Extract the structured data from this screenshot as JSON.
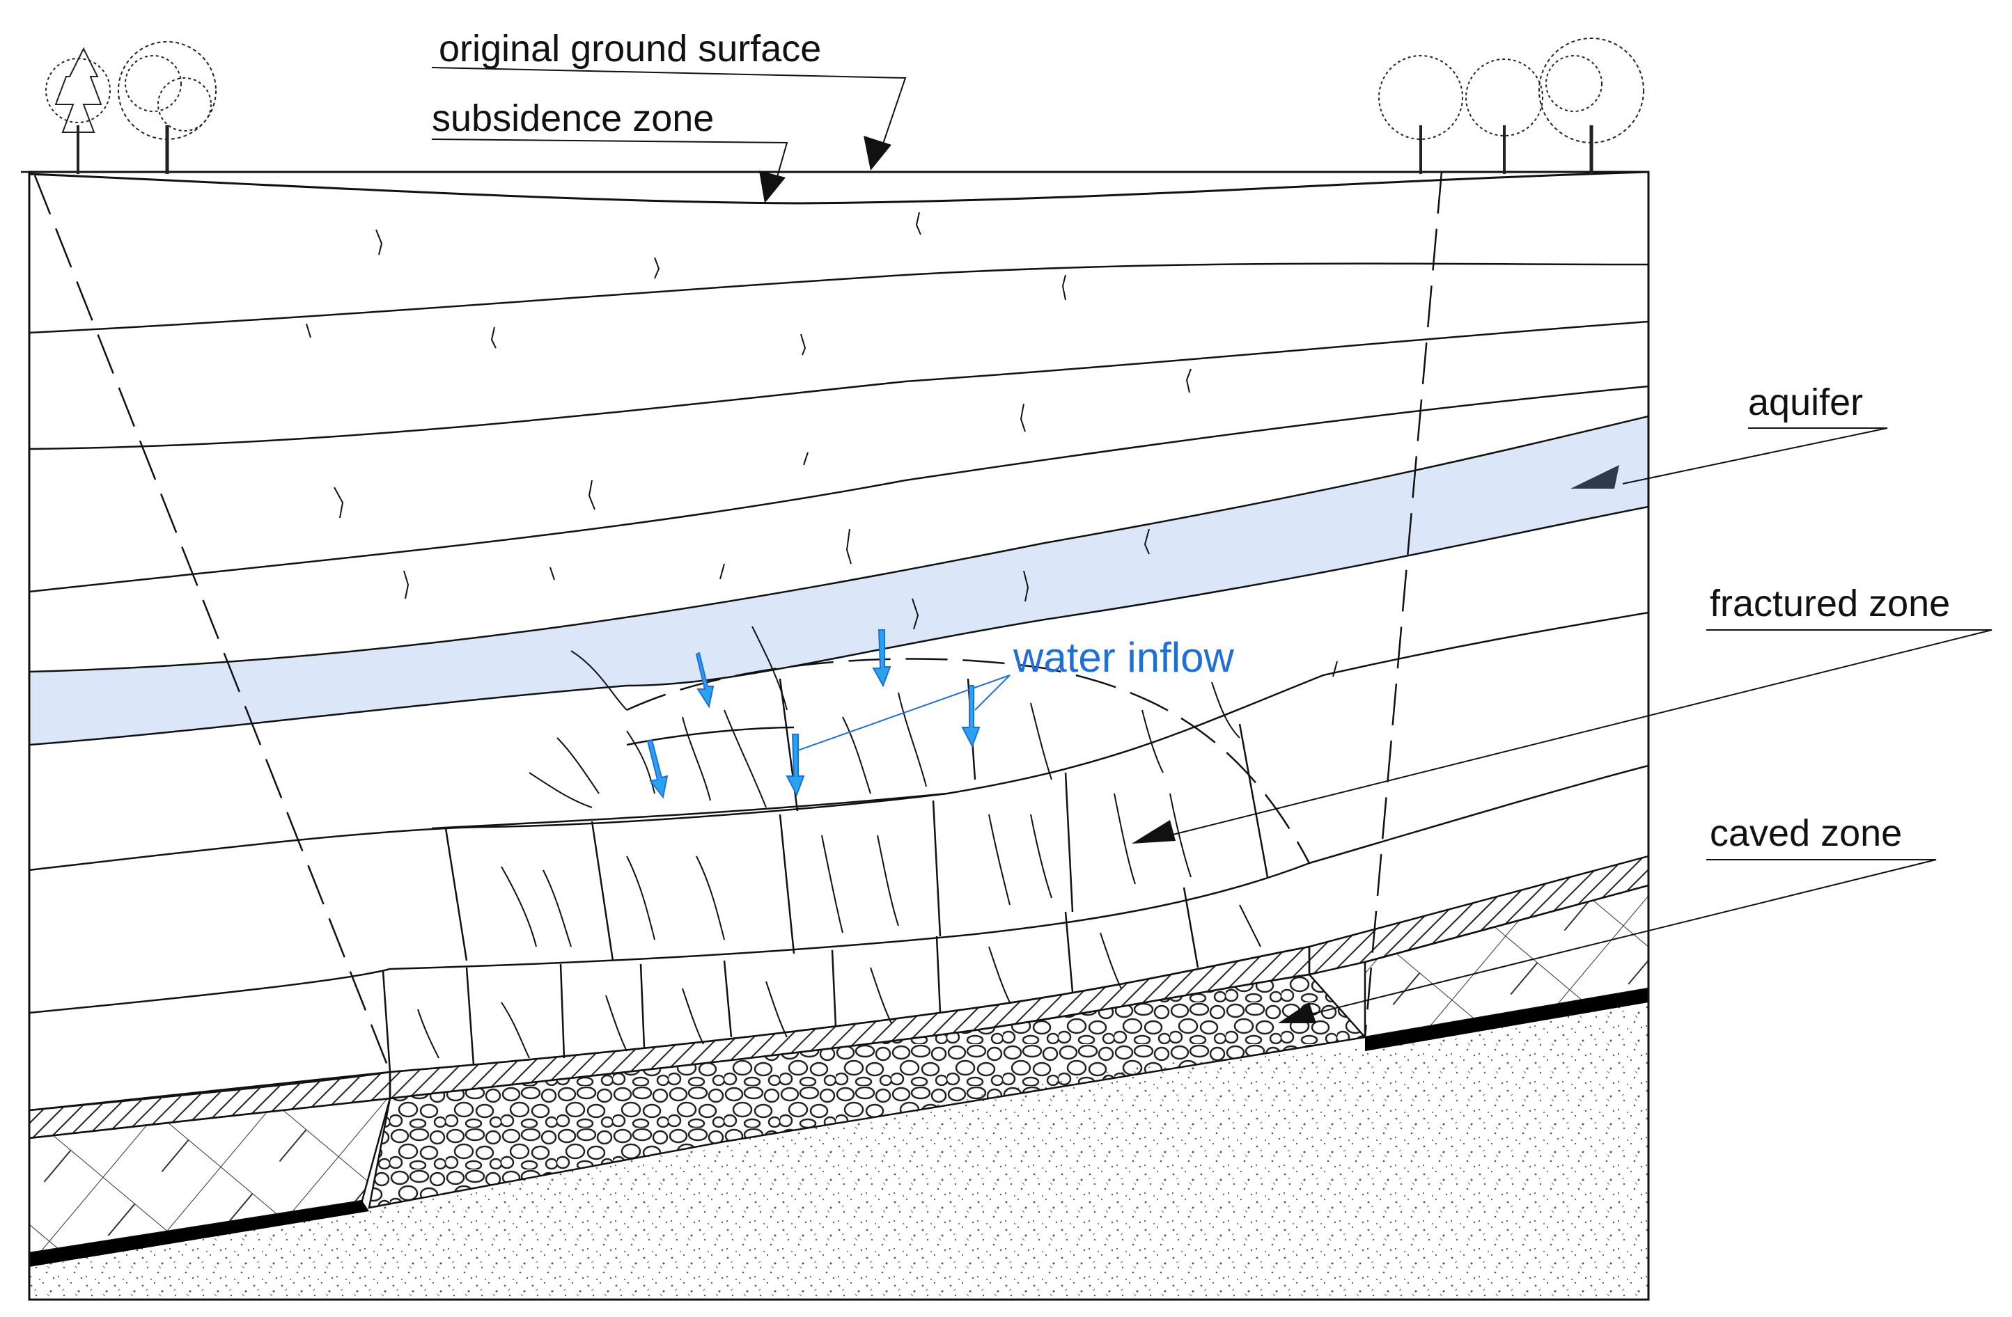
{
  "labels": {
    "original_ground_surface": "original ground surface",
    "subsidence_zone": "subsidence zone",
    "aquifer": "aquifer",
    "fractured_zone": "fractured zone",
    "caved_zone": "caved zone",
    "water_inflow": "water inflow"
  },
  "colors": {
    "line": "#111111",
    "aquifer_fill": "#dbe7f9",
    "water_arrow": "#29a3f0",
    "water_label": "#1f6fd6",
    "hatch": "#222222"
  }
}
